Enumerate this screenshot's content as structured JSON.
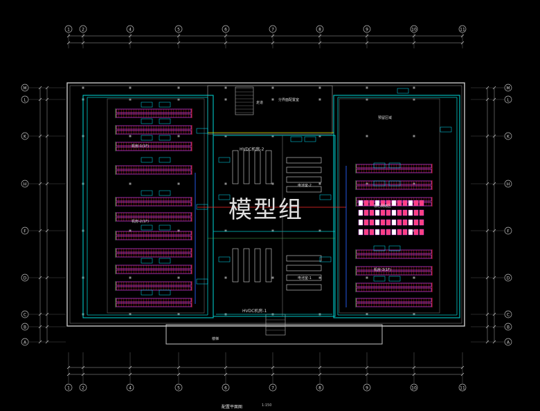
{
  "drawing": {
    "watermark": "模型组",
    "title": "配置平面图",
    "scale": "1:150",
    "colors": {
      "background": "#000000",
      "wall": "#c8c8c8",
      "cable_tray": "#00c8c8",
      "cabinet": "#e040fb",
      "cabinet_fill": "#ff4081",
      "red_line": "#ff2a2a",
      "green_line": "#4caf50",
      "yellow_line": "#e6e600",
      "blue_line": "#2962ff",
      "label_box": "#00e5ff"
    }
  },
  "grid": {
    "columns": [
      "1",
      "2",
      "4",
      "5",
      "6",
      "7",
      "8",
      "9",
      "10",
      "11"
    ],
    "rows": [
      "M",
      "L",
      "K",
      "H",
      "F",
      "D",
      "C",
      "B",
      "A"
    ]
  },
  "rooms": {
    "left_hall_row1": "机房-1(1F)",
    "left_hall_row2": "机房-2(1F)",
    "center_top": "HVDC机房-2",
    "center_bottom": "HVDC机房-1",
    "battery_top": "电池室-2",
    "battery_bottom": "电池室-1",
    "right_top": "预留区域",
    "right_mid": "核心网络区",
    "right_row": "机房-3(1F)",
    "top_office": "走道",
    "top_center": "分界面配置室",
    "bottom_label": "楼梯"
  }
}
